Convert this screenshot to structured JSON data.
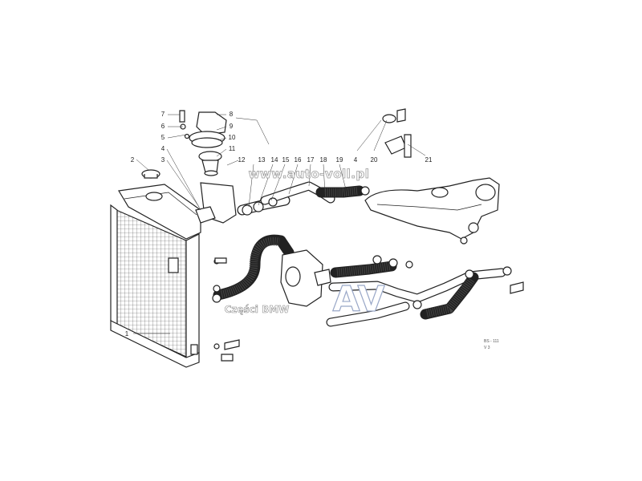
{
  "diagram": {
    "callouts": [
      {
        "id": "c1",
        "text": "1"
      },
      {
        "id": "c2",
        "text": "2"
      },
      {
        "id": "c3",
        "text": "3"
      },
      {
        "id": "c4a",
        "text": "4"
      },
      {
        "id": "c5",
        "text": "5"
      },
      {
        "id": "c6",
        "text": "6"
      },
      {
        "id": "c7",
        "text": "7"
      },
      {
        "id": "c8",
        "text": "8"
      },
      {
        "id": "c9",
        "text": "9"
      },
      {
        "id": "c10",
        "text": "10"
      },
      {
        "id": "c11",
        "text": "11"
      },
      {
        "id": "c12",
        "text": "12"
      },
      {
        "id": "c13",
        "text": "13"
      },
      {
        "id": "c14",
        "text": "14"
      },
      {
        "id": "c15",
        "text": "15"
      },
      {
        "id": "c16",
        "text": "16"
      },
      {
        "id": "c17",
        "text": "17"
      },
      {
        "id": "c18",
        "text": "18"
      },
      {
        "id": "c19",
        "text": "19"
      },
      {
        "id": "c4b",
        "text": "4"
      },
      {
        "id": "c20",
        "text": "20"
      },
      {
        "id": "c21",
        "text": "21"
      }
    ],
    "reference": {
      "line1": "BS - 111",
      "line2": "V 3"
    }
  },
  "watermark": {
    "url": "www.auto-voll.pl",
    "logo": "AV",
    "subtitle": "Części BMW",
    "color": "#9aa8c8"
  }
}
